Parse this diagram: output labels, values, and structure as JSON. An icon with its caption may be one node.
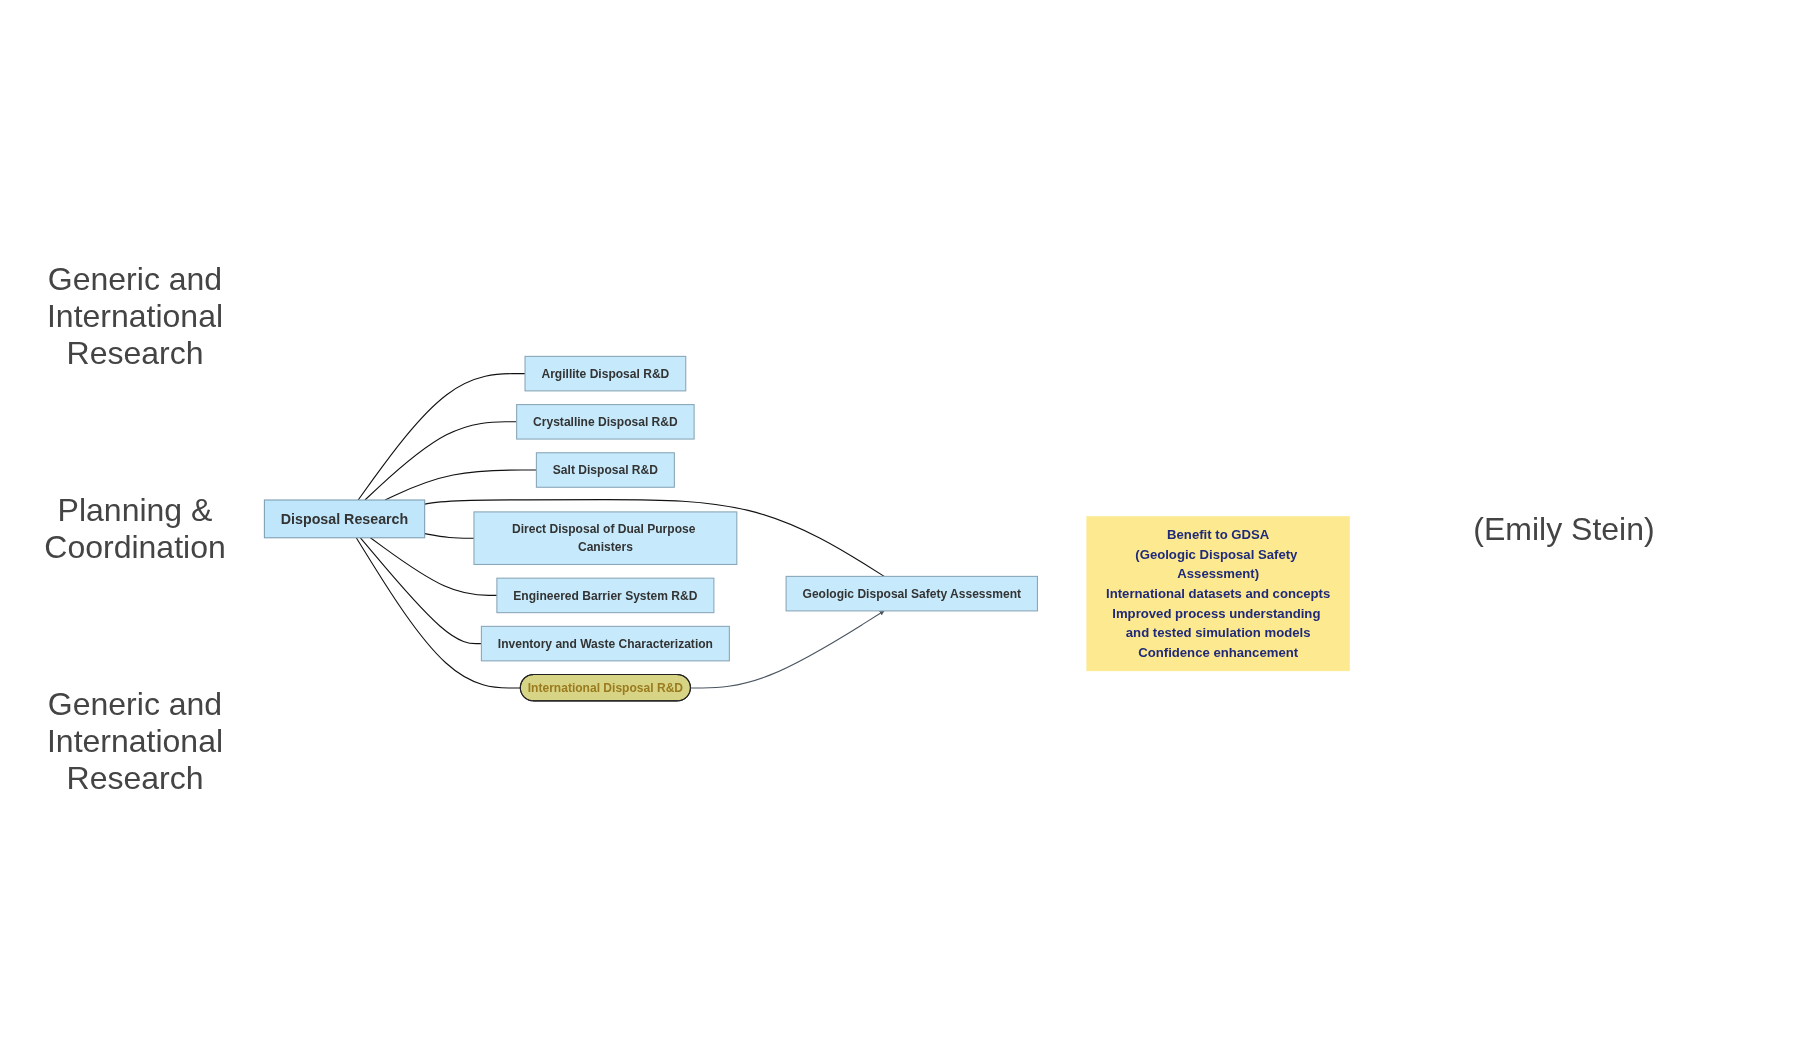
{
  "diagram": {
    "nodes": [
      {
        "text": [
          "Disposal Research"
        ]
      },
      {
        "text": [
          "Argillite Disposal R&D"
        ]
      },
      {
        "text": [
          "Crystalline  Disposal R&D"
        ]
      },
      {
        "text": [
          "Salt Disposal R&D"
        ]
      },
      {
        "text": [
          "Geologic Disposal Safety Assessment"
        ]
      },
      {
        "text": [
          "International Disposal R&D"
        ]
      },
      {
        "text": [
          "Direct Disposal of Dual Purpose Canisters"
        ]
      },
      {
        "text": [
          "Engineered Barrier System R&D"
        ]
      },
      {
        "text": [
          "Inventory and Waste Characterization"
        ]
      },
      {
        "text": [
          "Benefit to GDSA",
          "(Geologic Disposal Safety Assessment)",
          "International datasets and concepts",
          "Improved process understanding and tested simulation models",
          "Confidence enhancement"
        ]
      }
    ],
    "edges": [
      {
        "from": 0,
        "to": 1,
        "arrow": "none"
      },
      {
        "from": 0,
        "to": 2,
        "arrow": "none"
      },
      {
        "from": 0,
        "to": 3,
        "arrow": "none"
      },
      {
        "from": 0,
        "to": 4,
        "arrow": "none"
      },
      {
        "from": 0,
        "to": 5,
        "arrow": "none"
      },
      {
        "from": 0,
        "to": 6,
        "arrow": "none"
      },
      {
        "from": 0,
        "to": 7,
        "arrow": "none"
      },
      {
        "from": 0,
        "to": 8,
        "arrow": "none"
      },
      {
        "from": 5,
        "to": 4,
        "arrow": "to",
        "color": "#4a5560"
      }
    ],
    "labels": [
      "Generic and International Research",
      "Planning & Coordination",
      "Generic and International Research",
      "(Emily Stein)"
    ]
  }
}
